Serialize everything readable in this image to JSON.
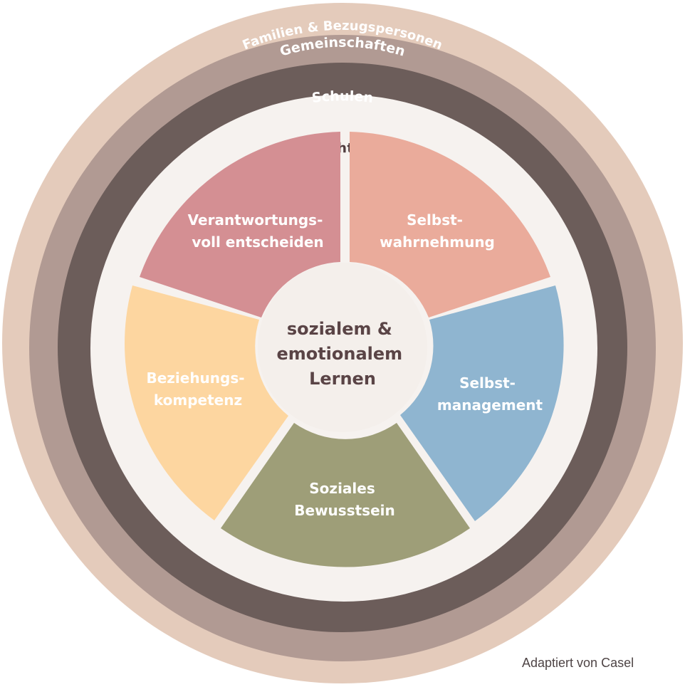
{
  "rings": [
    {
      "label": "Gemeinschaften",
      "color": "#e4cbbb",
      "text_color": "#ffffff"
    },
    {
      "label": "Familien & Bezugspersonen",
      "color": "#b19a93",
      "text_color": "#ffffff"
    },
    {
      "label": "Schulen",
      "color": "#6c5d5a",
      "text_color": "#ffffff"
    },
    {
      "label": "Unterrichtsräume",
      "color": "#f6f2ef",
      "text_color": "#4f3c3e"
    }
  ],
  "segments": [
    {
      "lines": [
        "Selbst-",
        "wahrnehmung"
      ],
      "color": "#eaab9b"
    },
    {
      "lines": [
        "Selbst-",
        "management"
      ],
      "color": "#8fb5d0"
    },
    {
      "lines": [
        "Soziales",
        "Bewusstsein"
      ],
      "color": "#9e9e78"
    },
    {
      "lines": [
        "Beziehungs-",
        "kompetenz"
      ],
      "color": "#fdd6a0"
    },
    {
      "lines": [
        "Verantwortungs-",
        "voll entscheiden"
      ],
      "color": "#d48f93"
    }
  ],
  "center": {
    "lines": [
      "sozialem &",
      "emotionalem",
      "Lernen"
    ],
    "color": "#f4efeb"
  },
  "credit": "Adaptiert von Casel"
}
